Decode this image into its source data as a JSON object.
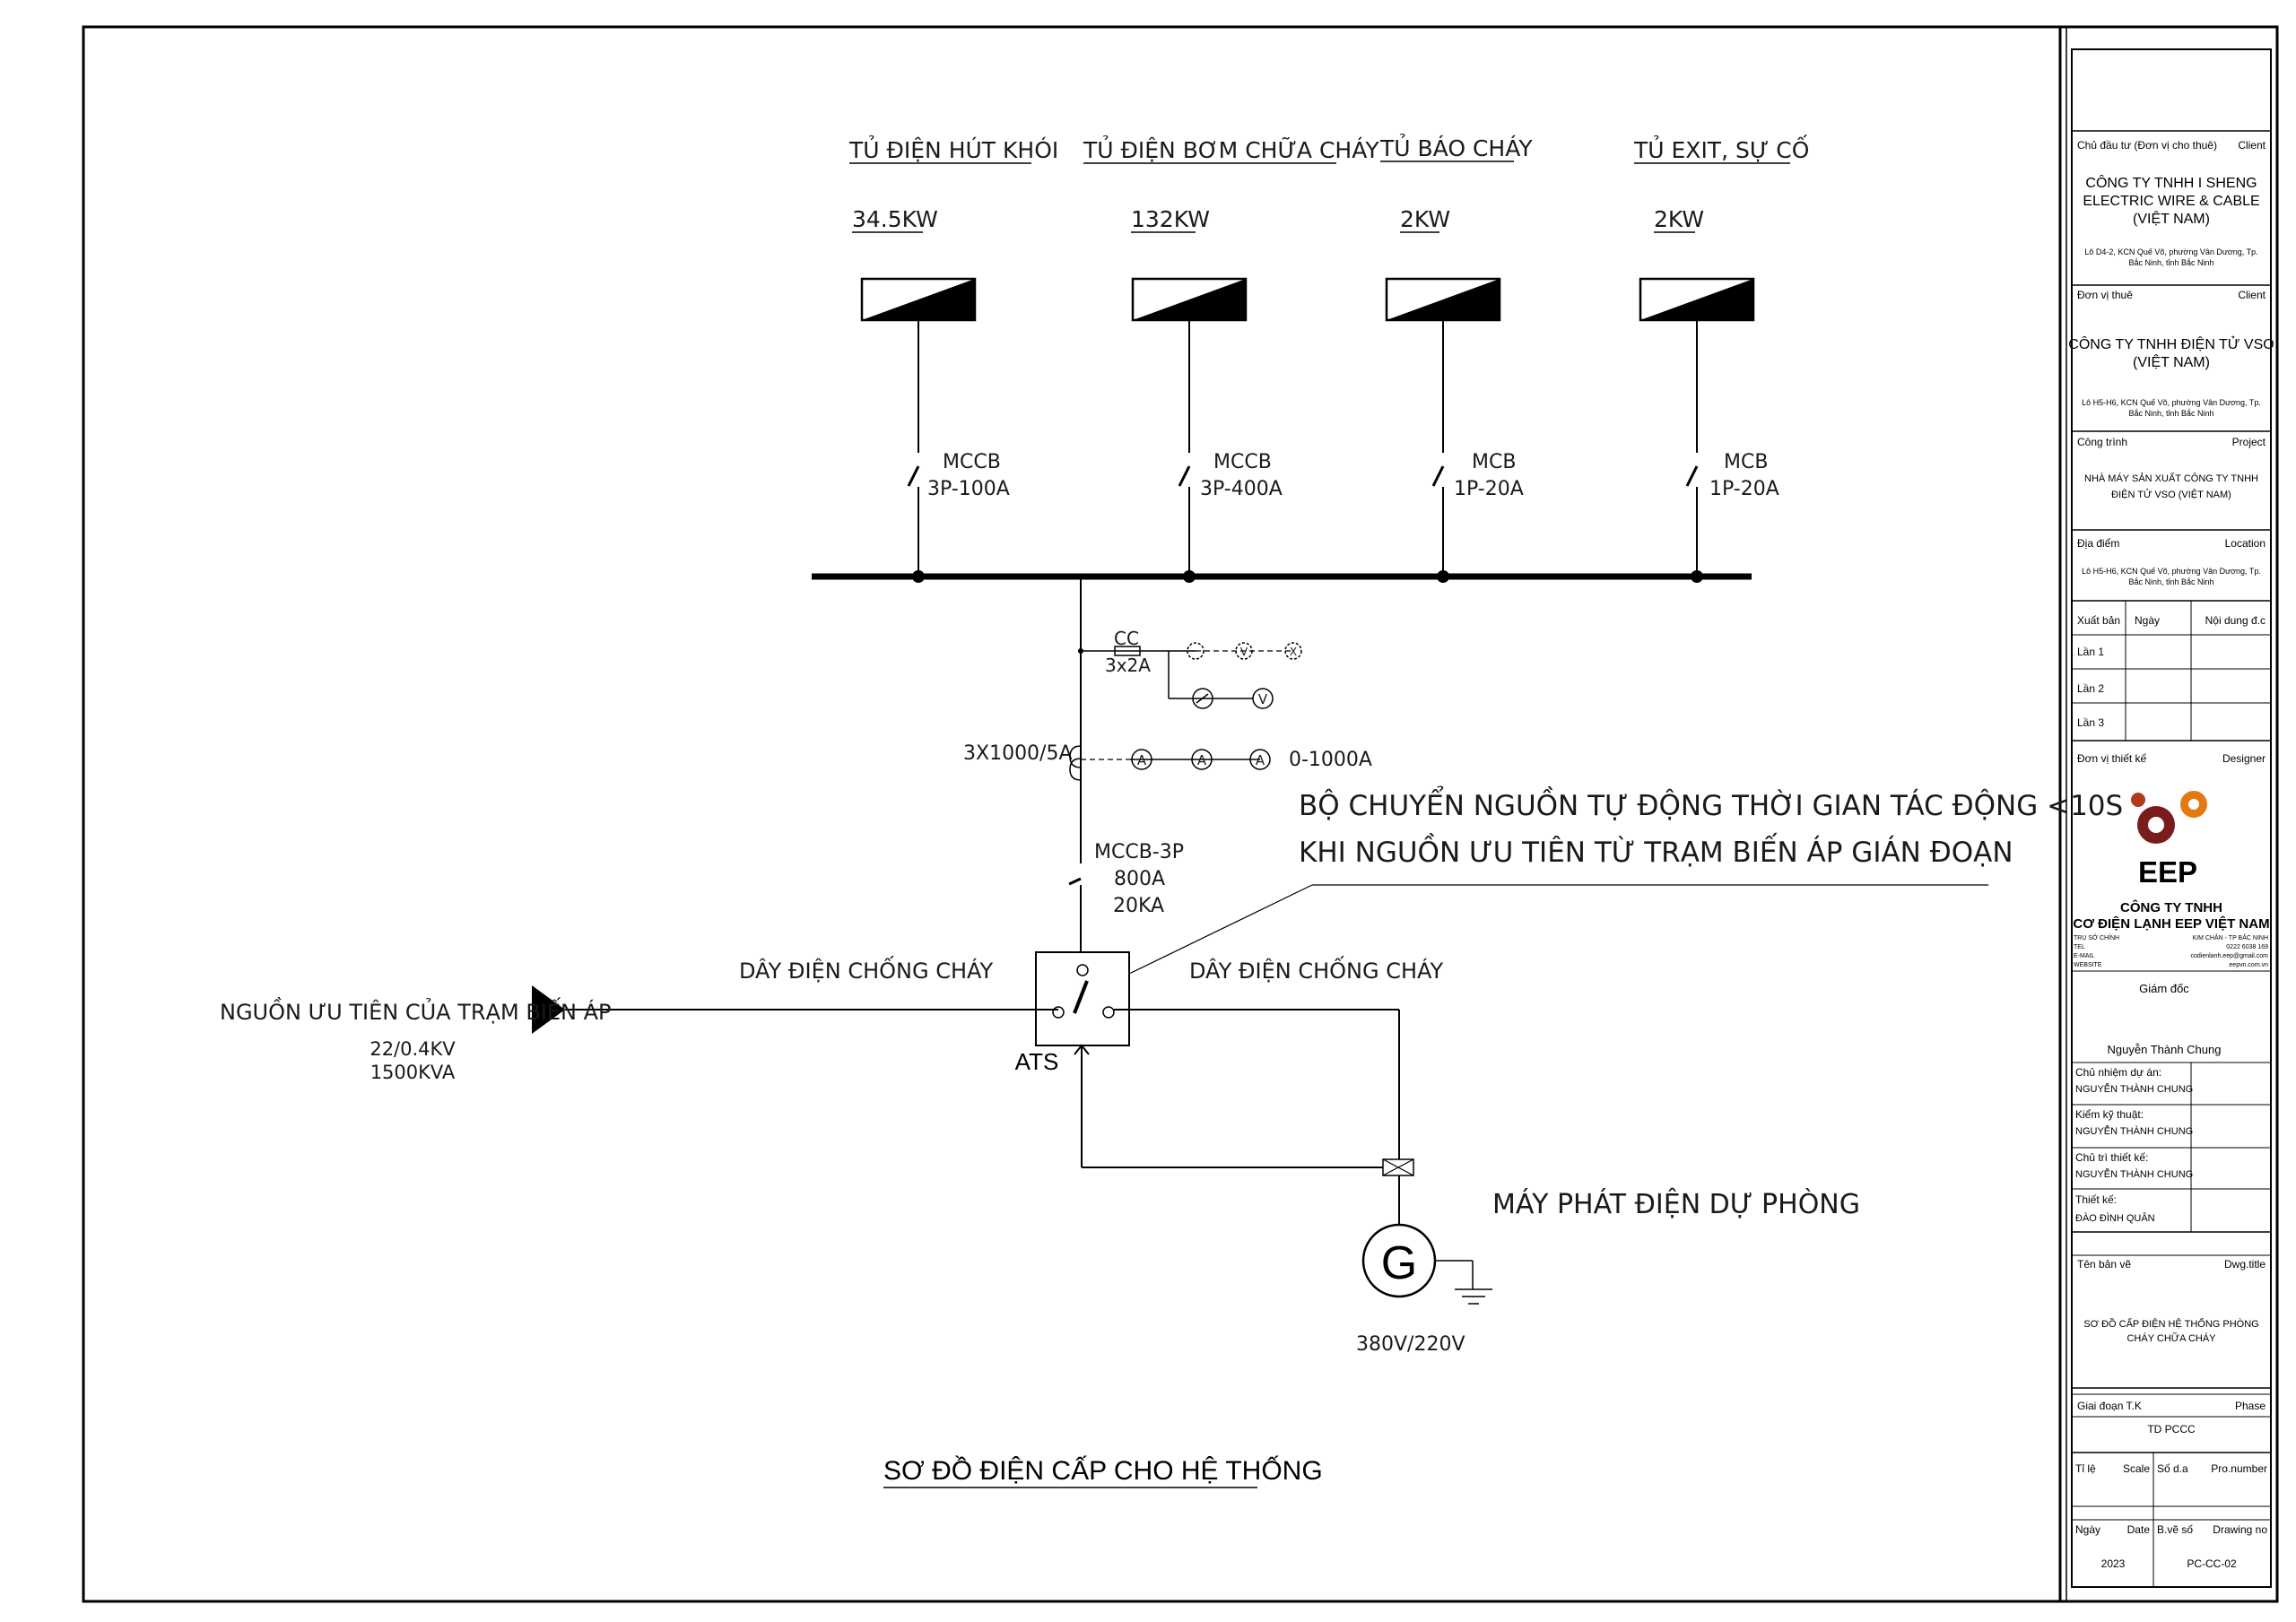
{
  "diagram": {
    "loads": [
      {
        "name": "TỦ ĐIỆN HÚT KHÓI",
        "power": "34.5KW",
        "breaker": "MCCB",
        "rating": "3P-100A"
      },
      {
        "name": "TỦ ĐIỆN BƠM CHỮA CHÁY",
        "power": "132KW",
        "breaker": "MCCB",
        "rating": "3P-400A"
      },
      {
        "name": "TỦ BÁO CHÁY",
        "power": "2KW",
        "breaker": "MCB",
        "rating": "1P-20A"
      },
      {
        "name": "TỦ EXIT, SỰ CỐ",
        "power": "2KW",
        "breaker": "MCB",
        "rating": "1P-20A"
      }
    ],
    "fuse_label": "CC",
    "fuse_rating": "3x2A",
    "ct_label": "3X1000/5A",
    "ammeter_range": "0-1000A",
    "main_breaker": [
      "MCCB-3P",
      "800A",
      "20KA"
    ],
    "ats_note_1": "BỘ CHUYỂN NGUỒN TỰ ĐỘNG THỜI GIAN TÁC ĐỘNG <10S",
    "ats_note_2": "KHI NGUỒN ƯU TIÊN TỪ TRẠM BIẾN ÁP GIÁN ĐOẠN",
    "cable_left": "DÂY  ĐIỆN CHỐNG CHÁY",
    "cable_right": "DÂY  ĐIỆN CHỐNG CHÁY",
    "source_label": "NGUỒN ƯU TIÊN CỦA TRẠM BIẾN ÁP",
    "source_voltage": "22/0.4KV",
    "source_power": "1500KVA",
    "ats_label": "ATS",
    "generator_symbol": "G",
    "generator_label": "MÁY PHÁT ĐIỆN DỰ PHÒNG",
    "generator_voltage": "380V/220V",
    "meter_symbols": {
      "v": "V",
      "a": "A",
      "x": "X"
    },
    "diagram_title": "SƠ ĐỒ  ĐIỆN CẤP CHO HỆ THỐNG"
  },
  "title_block": {
    "investor_label": "Chủ đầu tư (Đơn vị cho thuê)",
    "investor_label_en": "Client",
    "investor_name": [
      "CÔNG TY TNHH I SHENG",
      "ELECTRIC WIRE & CABLE",
      "(VIỆT NAM)"
    ],
    "investor_addr": [
      "Lô D4-2, KCN Quế Võ, phường Vân Dương, Tp.",
      "Bắc Ninh, tỉnh Bắc Ninh"
    ],
    "tenant_label": "Đơn vị thuê",
    "tenant_label_en": "Client",
    "tenant_name": [
      "CÔNG TY TNHH ĐIỆN TỬ VSO",
      "(VIỆT NAM)"
    ],
    "tenant_addr": [
      "Lô H5-H6, KCN Quế Võ, phường Vân Dương, Tp.",
      "Bắc Ninh, tỉnh Bắc Ninh"
    ],
    "project_label": "Công trình",
    "project_label_en": "Project",
    "project_name": [
      "NHÀ MÁY SẢN XUẤT CÔNG TY TNHH",
      "ĐIỆN TỬ VSO (VIỆT NAM)"
    ],
    "location_label": "Địa điểm",
    "location_label_en": "Location",
    "location_addr": [
      "Lô H5-H6, KCN Quế Võ, phường Vân Dương, Tp.",
      "Bắc Ninh, tỉnh Bắc Ninh"
    ],
    "rev_headers": [
      "Xuất bản",
      "Ngày",
      "Nội dung đ.c"
    ],
    "revisions": [
      "Lần 1",
      "Lần 2",
      "Lần 3"
    ],
    "designer_label": "Đơn vị thiết kế",
    "designer_label_en": "Designer",
    "logo_text": "EEP",
    "designer_name": [
      "CÔNG TY TNHH",
      "CƠ ĐIỆN LẠNH EEP VIỆT NAM"
    ],
    "designer_contacts": [
      {
        "k": "TRỤ SỞ CHÍNH",
        "v": "KIM CHÂN - TP BẮC NINH"
      },
      {
        "k": "TEL",
        "v": "0222 6038 169"
      },
      {
        "k": "E-MAIL",
        "v": "codienlanh.eep@gmail.com"
      },
      {
        "k": "WEBSITE",
        "v": "eepvn.com.vn"
      }
    ],
    "director_label": "Giám đốc",
    "director_name": "Nguyễn Thành Chung",
    "roles": [
      {
        "role": "Chủ nhiệm dự án:",
        "name": "NGUYỄN THÀNH CHUNG"
      },
      {
        "role": "Kiểm kỹ thuật:",
        "name": "NGUYỄN THÀNH CHUNG"
      },
      {
        "role": "Chủ trì thiết kế:",
        "name": "NGUYỄN THÀNH CHUNG"
      },
      {
        "role": "Thiết kế:",
        "name": "ĐÀO ĐÌNH QUÂN"
      }
    ],
    "dwg_title_label": "Tên bản vẽ",
    "dwg_title_label_en": "Dwg.title",
    "dwg_title": [
      "SƠ ĐỒ CẤP ĐIỆN HỆ THỐNG PHÒNG",
      "CHÁY CHỮA CHÁY"
    ],
    "phase_label": "Giai đoạn T.K",
    "phase_label_en": "Phase",
    "phase": "TD PCCC",
    "scale_label": "Tỉ lệ",
    "scale_label_en": "Scale",
    "pro_label": "Số d.a",
    "pro_label_en": "Pro.number",
    "date_label": "Ngày",
    "date_label_en": "Date",
    "drawing_label": "B.vẽ số",
    "drawing_label_en": "Drawing no",
    "date": "2023",
    "drawing_no": "PC-CC-02"
  }
}
